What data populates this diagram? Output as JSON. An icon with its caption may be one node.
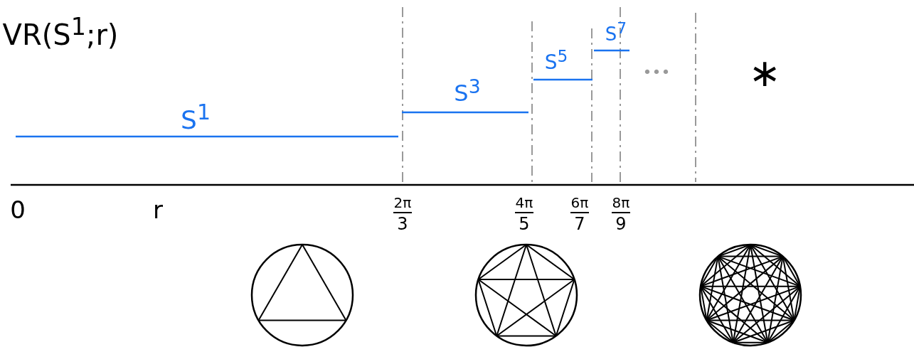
{
  "diagram": {
    "labels": [
      "VR(S$^{1}$;r)",
      "S$^{1}$",
      "S$^{3}$",
      "S$^{5}$",
      "S$^{7}$",
      "•••",
      "∗",
      "0",
      "r",
      "2π",
      "3",
      "4π",
      "5",
      "6π",
      "7",
      "8π",
      "9"
    ]
  }
}
